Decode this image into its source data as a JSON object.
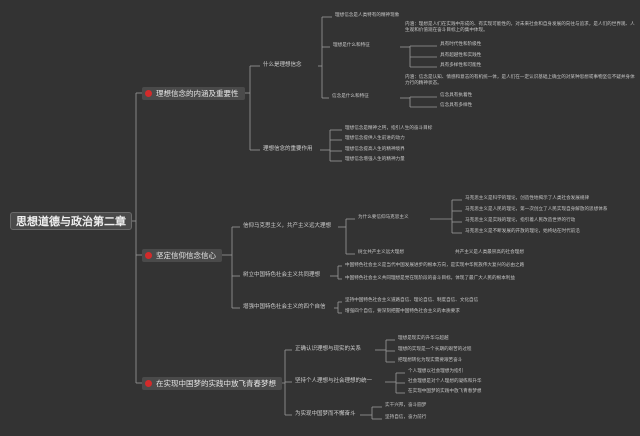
{
  "root": {
    "label": "思想道德与政治第二章"
  },
  "branches": [
    {
      "label": "理想信念的内涵及重要性",
      "icon": "red-dot-icon",
      "children": [
        {
          "label": "什么是理想信念",
          "children": [
            {
              "label": "理想信念是人类特有的精神现象"
            },
            {
              "label": "理想是什么和特征",
              "note": "内涵：理想是人们在实践中形成的、有实现可能性的，对未来社会和自身发展的向往与追求，是人们的世界观、人生观和价值观在奋斗目标上的集中体现。",
              "children": [
                {
                  "label": "具有时代性和阶级性"
                },
                {
                  "label": "具有超越性和实践性"
                },
                {
                  "label": "具有多样性和可能性"
                }
              ]
            },
            {
              "label": "信念是什么和特征",
              "note": "内涵：信念是认知、情感和意志的有机统一体，是人们在一定认识基础上确立的对某种思想或事物坚信不疑并身体力行的精神状态。",
              "children": [
                {
                  "label": "信念具有执着性"
                },
                {
                  "label": "信念具有多样性"
                }
              ]
            }
          ]
        },
        {
          "label": "理想信念的重要作用",
          "children": [
            {
              "label": "理想信念是精神之钙，指引人生的奋斗目标"
            },
            {
              "label": "理想信念提供人生前进的动力"
            },
            {
              "label": "理想信念提高人生的精神境界"
            },
            {
              "label": "理想信念增强人生的精神力量"
            }
          ]
        }
      ]
    },
    {
      "label": "坚定信仰信念信心",
      "icon": "red-dot-icon",
      "children": [
        {
          "label": "信仰马克思主义，共产主义远大理想",
          "children": [
            {
              "label": "为什么要信仰马克思主义",
              "children": [
                {
                  "label": "马克思主义是科学的理论，创造性地揭示了人类社会发展规律"
                },
                {
                  "label": "马克思主义是人民的理论，第一次创立了人民实现自身解放的思想体系"
                },
                {
                  "label": "马克思主义是实践的理论，指引着人民改造世界的行动"
                },
                {
                  "label": "马克思主义是不断发展的开放的理论，始终站在时代前沿"
                }
              ]
            },
            {
              "label": "树立共产主义远大理想",
              "note": "共产主义是人类最崇高的社会理想"
            }
          ]
        },
        {
          "label": "树立中国特色社会主义共同理想",
          "children": [
            {
              "label": "中国特色社会主义是当代中国发展进步的根本方向，是实现中华民族伟大复兴的必由之路"
            },
            {
              "label": "中国特色社会主义共同理想是党在现阶段的奋斗目标，体现了最广大人民的根本利益"
            }
          ]
        },
        {
          "label": "增强中国特色社会主义的四个自信",
          "children": [
            {
              "label": "坚持中国特色社会主义道路自信、理论自信、制度自信、文化自信"
            },
            {
              "label": "增强四个自信，要深刻把握中国特色社会主义的本质要求"
            }
          ]
        }
      ]
    },
    {
      "label": "在实现中国梦的实践中放飞青春梦想",
      "icon": "red-dot-icon",
      "children": [
        {
          "label": "正确认识理想与现实的关系",
          "children": [
            {
              "label": "理想是现实的升华与超越"
            },
            {
              "label": "理想的实现是一个长期的艰苦的过程"
            },
            {
              "label": "把理想转化为现实需要艰苦奋斗"
            }
          ]
        },
        {
          "label": "坚持个人理想与社会理想的统一",
          "children": [
            {
              "label": "个人理想以社会理想为指引"
            },
            {
              "label": "社会理想是对个人理想的凝练和升华"
            },
            {
              "label": "在实现中国梦的实践中放飞青春梦想"
            }
          ]
        },
        {
          "label": "为实现中国梦而不懈奋斗",
          "children": [
            {
              "label": "实干兴邦，奋斗圆梦"
            },
            {
              "label": "坚持自信，奋力前行"
            }
          ]
        }
      ]
    }
  ],
  "colors": {
    "background": "#333333",
    "node": "#4a4a4a",
    "link": "#9a9a9a",
    "dot": "#d22b2b",
    "text": "#e6e6e6"
  }
}
